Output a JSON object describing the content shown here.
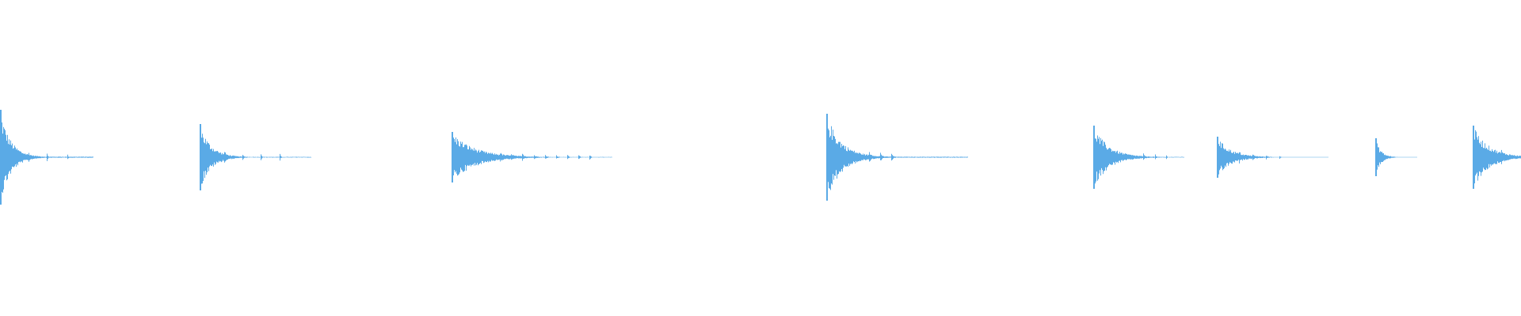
{
  "waveform": {
    "color": "#5aaae6",
    "background": "#ffffff",
    "duration_fraction_visible": 1.0,
    "events": [
      {
        "start": 0.0,
        "end": 0.061,
        "peak_up": 0.6,
        "peak_down": 0.6,
        "decay": 9.0,
        "tail_bumps": [
          0.3,
          0.5,
          0.72
        ]
      },
      {
        "start": 0.131,
        "end": 0.204,
        "peak_up": 0.42,
        "peak_down": 0.42,
        "decay": 10.0,
        "tail_bumps": [
          0.22,
          0.38,
          0.55,
          0.72
        ]
      },
      {
        "start": 0.297,
        "end": 0.402,
        "peak_up": 0.32,
        "peak_down": 0.32,
        "decay": 7.0,
        "tail_bumps": [
          0.3,
          0.37,
          0.44,
          0.51,
          0.58,
          0.65,
          0.72,
          0.79,
          0.86
        ]
      },
      {
        "start": 0.543,
        "end": 0.636,
        "peak_up": 0.55,
        "peak_down": 0.55,
        "decay": 9.5,
        "tail_bumps": [
          0.3,
          0.38,
          0.46
        ]
      },
      {
        "start": 0.719,
        "end": 0.778,
        "peak_up": 0.4,
        "peak_down": 0.4,
        "decay": 6.0,
        "tail_bumps": [
          0.55,
          0.68,
          0.8
        ]
      },
      {
        "start": 0.8,
        "end": 0.873,
        "peak_up": 0.26,
        "peak_down": 0.26,
        "decay": 8.0,
        "tail_bumps": [
          0.2,
          0.32,
          0.44,
          0.56
        ]
      },
      {
        "start": 0.904,
        "end": 0.931,
        "peak_up": 0.24,
        "peak_down": 0.24,
        "decay": 8.0,
        "tail_bumps": [
          0.15,
          0.35
        ]
      },
      {
        "start": 0.968,
        "end": 1.0,
        "peak_up": 0.4,
        "peak_down": 0.4,
        "decay": 3.0,
        "tail_bumps": [
          0.6
        ]
      }
    ]
  }
}
